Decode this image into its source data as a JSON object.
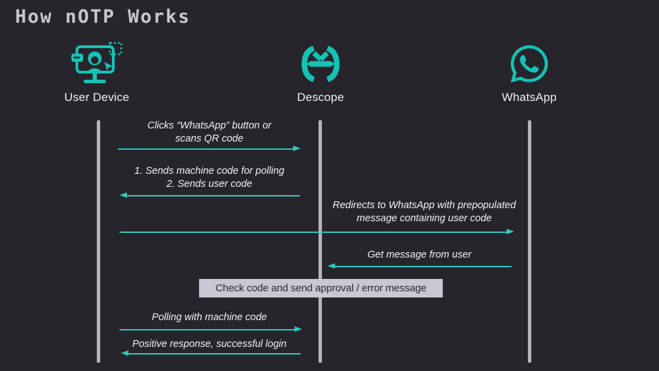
{
  "title": "How nOTP Works",
  "actors": [
    {
      "name": "User Device"
    },
    {
      "name": "Descope"
    },
    {
      "name": "WhatsApp"
    }
  ],
  "messages": [
    {
      "line1": "Clicks “WhatsApp” button or",
      "line2": "scans QR code",
      "direction": "right",
      "from": "User Device",
      "to": "Descope"
    },
    {
      "line1": "1. Sends machine code for polling",
      "line2": "2. Sends user code",
      "direction": "left",
      "from": "Descope",
      "to": "User Device"
    },
    {
      "line1": "Redirects to WhatsApp with prepopulated",
      "line2": "message containing user code",
      "direction": "right",
      "from": "User Device",
      "to": "WhatsApp"
    },
    {
      "line1": "Get message from user",
      "direction": "left",
      "from": "WhatsApp",
      "to": "Descope"
    },
    {
      "line1": "Polling with machine code",
      "direction": "right",
      "from": "User Device",
      "to": "Descope"
    },
    {
      "line1": "Positive response, successful login",
      "direction": "left",
      "from": "Descope",
      "to": "User Device"
    }
  ],
  "process_box": {
    "label": "Check code and send approval / error message"
  },
  "colors": {
    "background": "#26252c",
    "accent_teal": "#2fc8c0",
    "icon_teal": "#14c3b4",
    "lifeline_gray": "#b4b3ba",
    "title_gray": "#c9c8cf",
    "text_white": "#f2f2f4",
    "box_bg": "#c9c8d2",
    "box_text": "#2b2a31"
  }
}
